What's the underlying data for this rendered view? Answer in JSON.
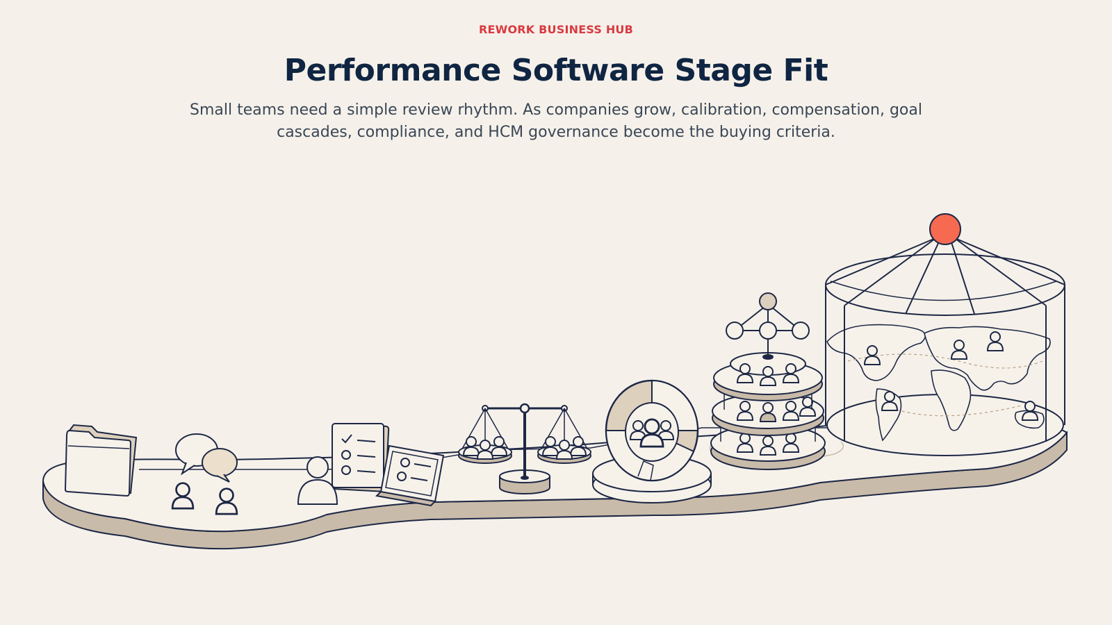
{
  "header": {
    "eyebrow": "REWORK BUSINESS HUB",
    "title": "Performance Software Stage Fit",
    "subtitle": "Small teams need a simple review rhythm. As companies grow, calibration, compensation, goal cascades, compliance, and HCM governance become the buying criteria."
  },
  "colors": {
    "background": "#f5f1ea",
    "eyebrow": "#d93a40",
    "title": "#0f2542",
    "subtitle": "#3a4656",
    "line": "#1d2745",
    "platform_top": "#f6f2ea",
    "platform_side": "#c9bba9",
    "accent_fill": "#ddd0bd",
    "dome_top": "#f56a50"
  },
  "icons": [
    "folder-icon",
    "chat-bubbles-icon",
    "people-pair-icon",
    "person-icon",
    "checklist-icon",
    "tablet-checklist-icon",
    "balance-scale-icon",
    "donut-chart-icon",
    "tiered-stand-icon",
    "org-chart-icon",
    "globe-dome-icon"
  ]
}
